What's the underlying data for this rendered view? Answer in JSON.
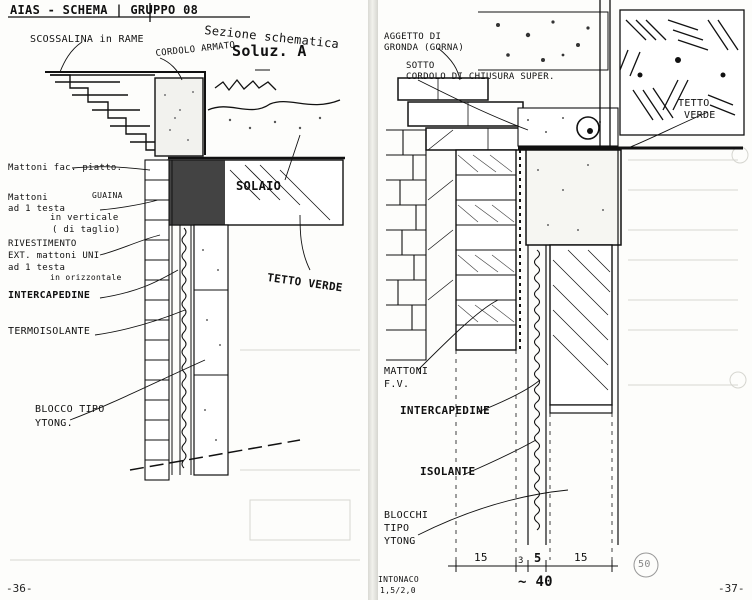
{
  "header": {
    "title": "AIAS - SCHEMA | GRUPPO 08",
    "subtitle": "Sezione schematica",
    "solution": "Soluz. A"
  },
  "left_page": {
    "labels": {
      "roof_cover": "SCOSSALINA in RAME",
      "curb": "CORDOLO ARMATO.",
      "brick_course": "Mattoni fac. piatto.",
      "brick_header_1": "Mattoni",
      "brick_header_2": "ad 1 testa",
      "brick_header_3": "in verticale",
      "brick_header_4": "( di taglio)",
      "sheath": "GUAINA",
      "slab": "SOLAIO",
      "cladding_1": "RIVESTIMENTO",
      "cladding_2": "EXT. mattoni UNI",
      "cladding_3": "ad 1 testa",
      "cladding_4": "in orizzontale",
      "cavity": "INTERCAPEDINE",
      "green_roof": "TETTO VERDE",
      "insulation": "TERMOISOLANTE",
      "block_1": "BLOCCO TIPO",
      "block_2": "YTONG."
    },
    "page_number": "-36-"
  },
  "right_page": {
    "labels": {
      "eaves_1": "AGGETTO DI",
      "eaves_2": "GRONDA (GORNA)",
      "curb_1": "SOTTO",
      "curb_2": "CORDOLO DI CHIUSURA SUPER.",
      "green_roof_1": "TETTO",
      "green_roof_2": "VERDE",
      "bricks_1": "MATTONI",
      "bricks_2": "F.V.",
      "cavity": "INTERCAPEDINE",
      "insulation": "ISOLANTE",
      "blocks_1": "BLOCCHI",
      "blocks_2": "TIPO",
      "blocks_3": "YTONG",
      "plaster_1": "INTONACO",
      "plaster_2": "1,5/2,0"
    },
    "dimensions": [
      "15",
      "3",
      "5",
      "15"
    ],
    "total": "~ 40",
    "circled_note": "50",
    "page_number": "-37-"
  }
}
